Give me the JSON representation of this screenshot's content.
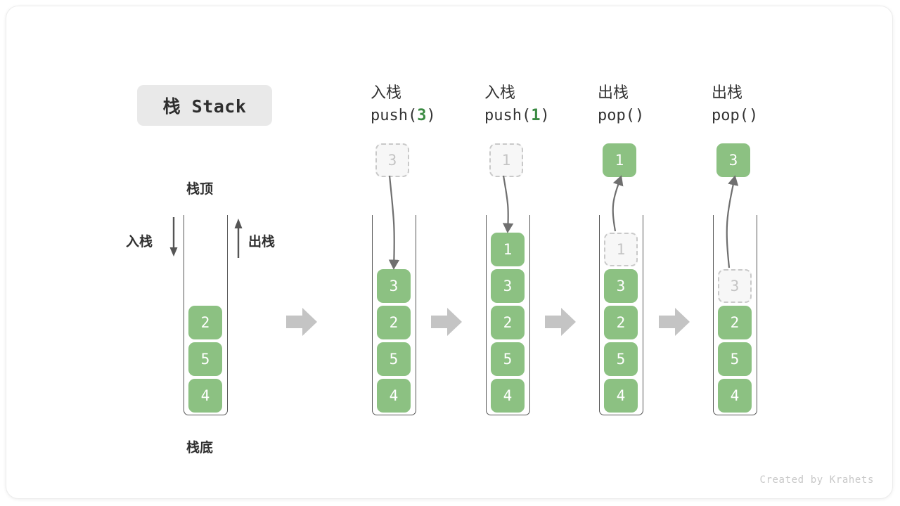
{
  "title_badge": {
    "text": "栈 Stack"
  },
  "labels": {
    "top": "栈顶",
    "bottom": "栈底",
    "push": "入栈",
    "pop": "出栈"
  },
  "colors": {
    "box_fill": "#8cc182",
    "box_text": "#ffffff",
    "ghost_fill": "#f7f7f7",
    "ghost_border": "#c9c9c9",
    "ghost_text": "#c4c4c4",
    "accent_green": "#3a8a42",
    "arrow_gray": "#c4c4c4",
    "curve_gray": "#6f6f6f",
    "badge_bg": "#e9e9e9",
    "text_dark": "#333333",
    "card_border": "#ececec"
  },
  "initial_stack": {
    "name": "initial",
    "values": [
      "2",
      "5",
      "4"
    ],
    "top_label": "栈顶",
    "bottom_label": "栈底",
    "push_label": "入栈",
    "pop_label": "出栈"
  },
  "steps": [
    {
      "id": "step-push-3",
      "op_cn": "入栈",
      "op_code_prefix": "push(",
      "op_code_arg": "3",
      "op_code_suffix": ")",
      "incoming_value": "3",
      "incoming_kind": "ghost",
      "direction": "in",
      "stack": [
        {
          "value": "3",
          "kind": "filled"
        },
        {
          "value": "2",
          "kind": "filled"
        },
        {
          "value": "5",
          "kind": "filled"
        },
        {
          "value": "4",
          "kind": "filled"
        }
      ]
    },
    {
      "id": "step-push-1",
      "op_cn": "入栈",
      "op_code_prefix": "push(",
      "op_code_arg": "1",
      "op_code_suffix": ")",
      "incoming_value": "1",
      "incoming_kind": "ghost",
      "direction": "in",
      "stack": [
        {
          "value": "1",
          "kind": "filled"
        },
        {
          "value": "3",
          "kind": "filled"
        },
        {
          "value": "2",
          "kind": "filled"
        },
        {
          "value": "5",
          "kind": "filled"
        },
        {
          "value": "4",
          "kind": "filled"
        }
      ]
    },
    {
      "id": "step-pop-1",
      "op_cn": "出栈",
      "op_code_prefix": "pop(",
      "op_code_arg": "",
      "op_code_suffix": ")",
      "incoming_value": "1",
      "incoming_kind": "filled",
      "direction": "out",
      "stack": [
        {
          "value": "1",
          "kind": "ghost"
        },
        {
          "value": "3",
          "kind": "filled"
        },
        {
          "value": "2",
          "kind": "filled"
        },
        {
          "value": "5",
          "kind": "filled"
        },
        {
          "value": "4",
          "kind": "filled"
        }
      ]
    },
    {
      "id": "step-pop-3",
      "op_cn": "出栈",
      "op_code_prefix": "pop(",
      "op_code_arg": "",
      "op_code_suffix": ")",
      "incoming_value": "3",
      "incoming_kind": "filled",
      "direction": "out",
      "stack": [
        {
          "value": "3",
          "kind": "ghost"
        },
        {
          "value": "2",
          "kind": "filled"
        },
        {
          "value": "5",
          "kind": "filled"
        },
        {
          "value": "4",
          "kind": "filled"
        }
      ]
    }
  ],
  "footer": {
    "credit": "Created by Krahets"
  }
}
